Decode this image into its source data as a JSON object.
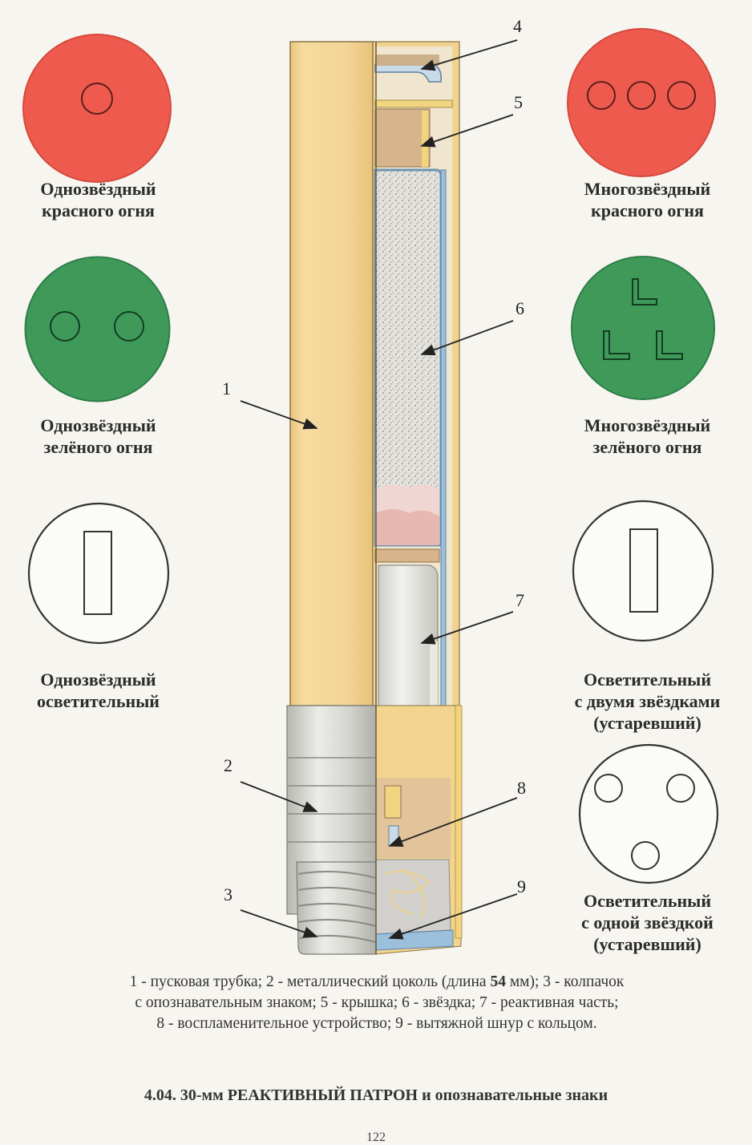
{
  "signs": {
    "single_red": "Однозвёздный\nкрасного огня",
    "multi_red": "Многозвёздный\nкрасного  огня",
    "single_green": "Однозвёздный\nзелёного огня",
    "multi_green": "Многозвёздный\nзелёного  огня",
    "single_illum": "Однозвёздный\nосветительный",
    "illum_two": "Осветительный\nс двумя звёздками\n(устаревший)",
    "illum_one": "Осветительный\nс одной звёздкой\n(устаревший)"
  },
  "callouts": [
    "1",
    "2",
    "3",
    "4",
    "5",
    "6",
    "7",
    "8",
    "9"
  ],
  "legend": {
    "line1_a": "1 - пусковая трубка; 2 - металлический цоколь (длина ",
    "line1_b": "54",
    "line1_c": " мм);  3 - колпачок",
    "line2": "с опознавательным знаком;  5 - крышка;   6 - звёздка;  7 - реактивная часть;",
    "line3": "8 - воспламенительное устройство;  9 - вытяжной шнур с кольцом."
  },
  "caption": "4.04.  30-мм РЕАКТИВНЫЙ ПАТРОН и опознавательные знаки",
  "page_number": "122",
  "colors": {
    "red": "#ef5a4e",
    "green": "#3f9a5a",
    "tube": "#f3d596",
    "metal": "#cfcfcb",
    "blue": "#8fb4d4"
  }
}
